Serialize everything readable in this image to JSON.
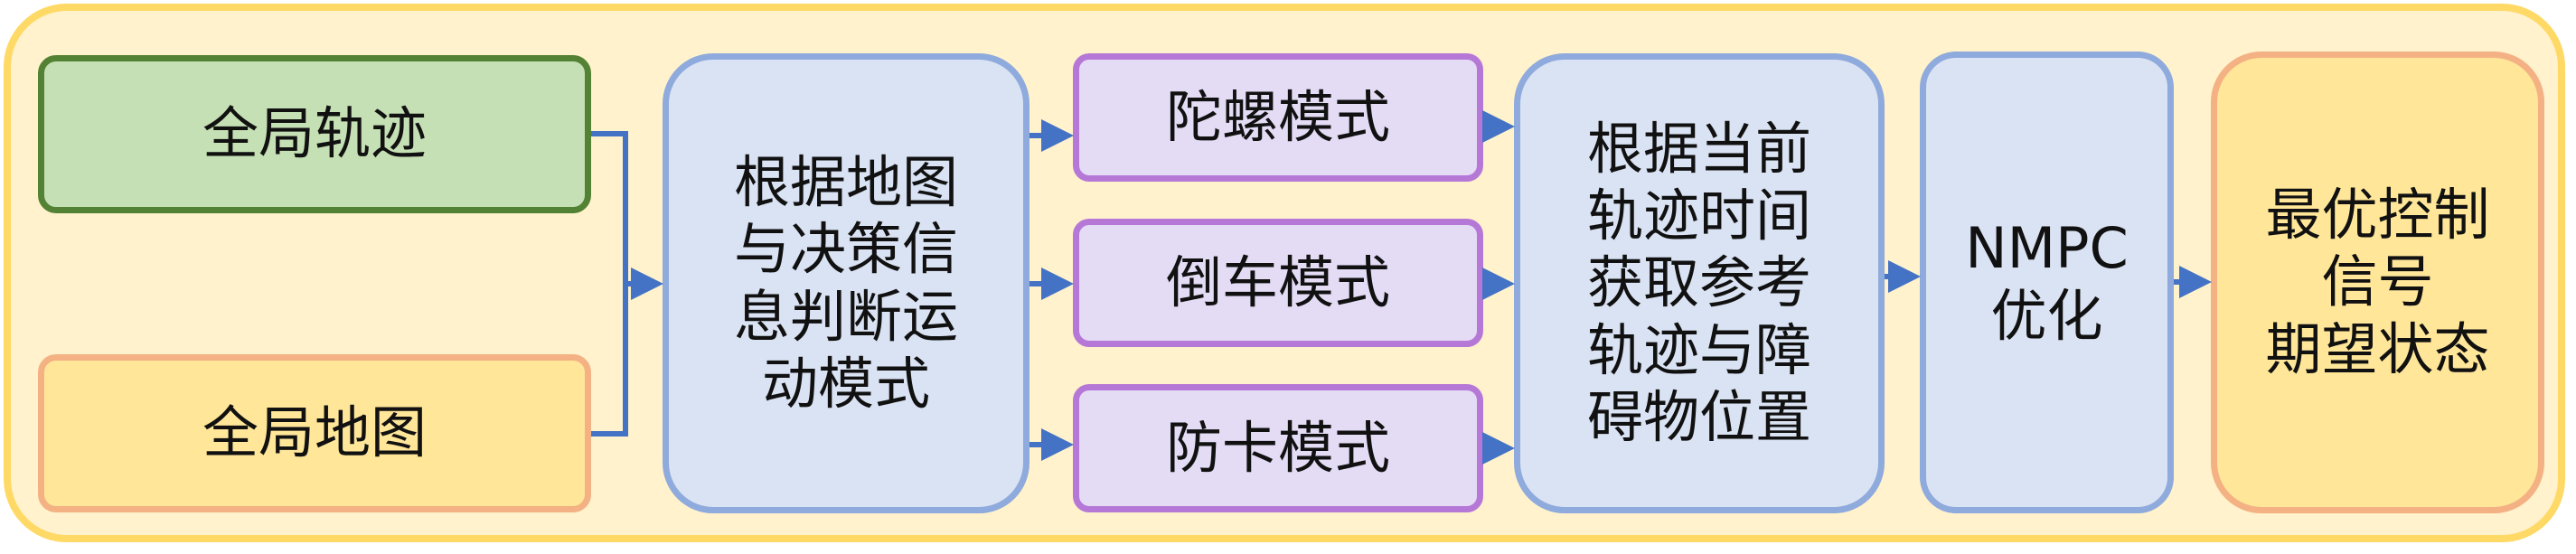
{
  "nodes": {
    "global_trajectory": "全局轨迹",
    "global_map": "全局地图",
    "mode_decision": "根据地图\n与决策信\n息判断运\n动模式",
    "gyro_mode": "陀螺模式",
    "reverse_mode": "倒车模式",
    "anti_stuck_mode": "防卡模式",
    "reference_obstacle": "根据当前\n轨迹时间\n获取参考\n轨迹与障\n碍物位置",
    "nmpc": "NMPC\n优化",
    "output": "最优控制\n信号\n期望状态"
  },
  "colors": {
    "background_fill": "#fff2cc",
    "background_border": "#ffd966",
    "arrow": "#4472c4",
    "green_fill": "#c5e0b4",
    "green_border": "#548235",
    "orange_fill": "#ffe699",
    "orange_border": "#f4b183",
    "blue_fill": "#dae3f3",
    "blue_border": "#8faadc",
    "purple_fill": "#e4dbf5",
    "purple_border": "#b678d6"
  }
}
